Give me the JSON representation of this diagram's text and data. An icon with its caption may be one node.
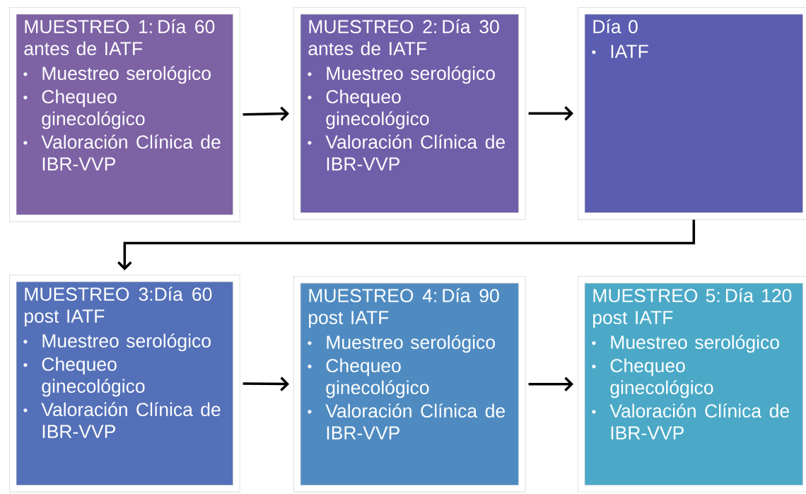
{
  "diagram": {
    "nodes": [
      {
        "text": [
          "MUESTREO 1: Día 60 antes de IATF",
          "Muestreo serológico",
          "Chequeo ginecológico",
          "Valoración Clínica de IBR-VVP"
        ]
      },
      {
        "text": [
          "MUESTREO 2: Día 30 antes de IATF",
          "Muestreo serológico",
          "Chequeo ginecológico",
          "Valoración Clínica de IBR-VVP"
        ]
      },
      {
        "text": [
          "Día 0",
          "IATF"
        ]
      },
      {
        "text": [
          "MUESTREO 3:Día 60 post IATF",
          "Muestreo serológico",
          "Chequeo ginecológico",
          "Valoración Clínica de IBR-VVP"
        ]
      },
      {
        "text": [
          "MUESTREO 4: Día 90 post IATF",
          "Muestreo serológico",
          "Chequeo ginecológico",
          "Valoración Clínica de IBR-VVP"
        ]
      },
      {
        "text": [
          "MUESTREO 5: Día 120 post IATF",
          "Muestreo serológico",
          "Chequeo ginecológico",
          "Valoración Clínica de IBR-VVP"
        ]
      }
    ],
    "edges": [
      {
        "from": 0,
        "to": 1,
        "arrow": "to"
      },
      {
        "from": 1,
        "to": 2,
        "arrow": "to"
      },
      {
        "from": 2,
        "to": 3,
        "arrow": "to"
      },
      {
        "from": 3,
        "to": 4,
        "arrow": "to"
      },
      {
        "from": 4,
        "to": 5,
        "arrow": "to"
      }
    ]
  }
}
